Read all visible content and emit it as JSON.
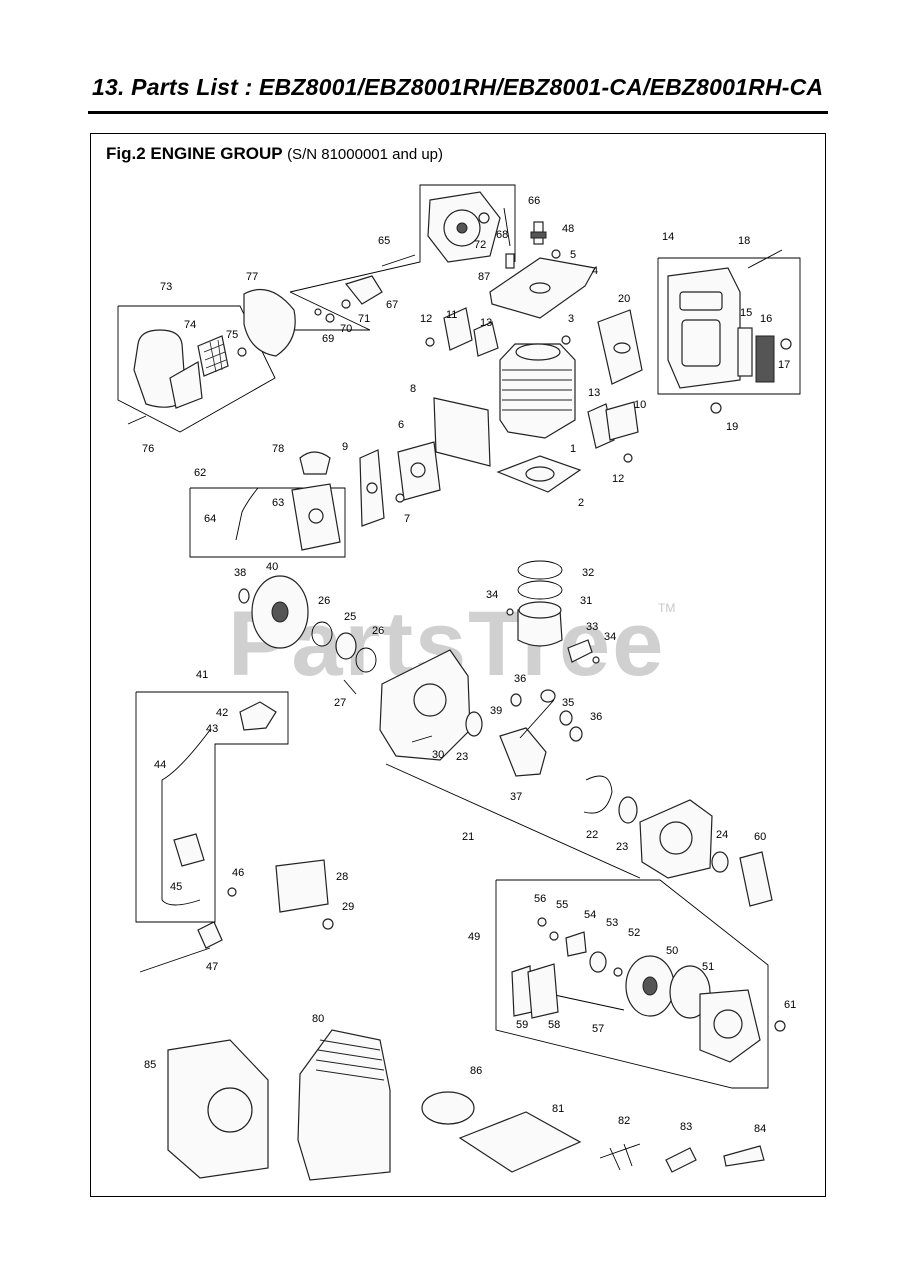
{
  "page": {
    "title": "13. Parts List : EBZ8001/EBZ8001RH/EBZ8001-CA/EBZ8001RH-CA",
    "figure_title": "Fig.2 ENGINE GROUP",
    "figure_subtitle": "(S/N 81000001 and up)"
  },
  "watermark": {
    "text": "PartsTree",
    "trademark": "TM"
  },
  "callouts": [
    "1",
    "2",
    "3",
    "4",
    "5",
    "6",
    "7",
    "8",
    "9",
    "10",
    "11",
    "12",
    "12",
    "13",
    "13",
    "14",
    "15",
    "16",
    "17",
    "18",
    "19",
    "20",
    "21",
    "22",
    "23",
    "23",
    "24",
    "25",
    "26",
    "26",
    "27",
    "28",
    "29",
    "30",
    "31",
    "32",
    "33",
    "34",
    "34",
    "35",
    "36",
    "36",
    "37",
    "38",
    "39",
    "40",
    "41",
    "42",
    "43",
    "44",
    "45",
    "46",
    "47",
    "48",
    "49",
    "50",
    "51",
    "52",
    "53",
    "54",
    "55",
    "56",
    "57",
    "58",
    "59",
    "60",
    "61",
    "62",
    "63",
    "64",
    "65",
    "66",
    "67",
    "68",
    "69",
    "70",
    "71",
    "72",
    "73",
    "74",
    "75",
    "76",
    "77",
    "78",
    "80",
    "81",
    "82",
    "83",
    "84",
    "85",
    "86",
    "87"
  ]
}
